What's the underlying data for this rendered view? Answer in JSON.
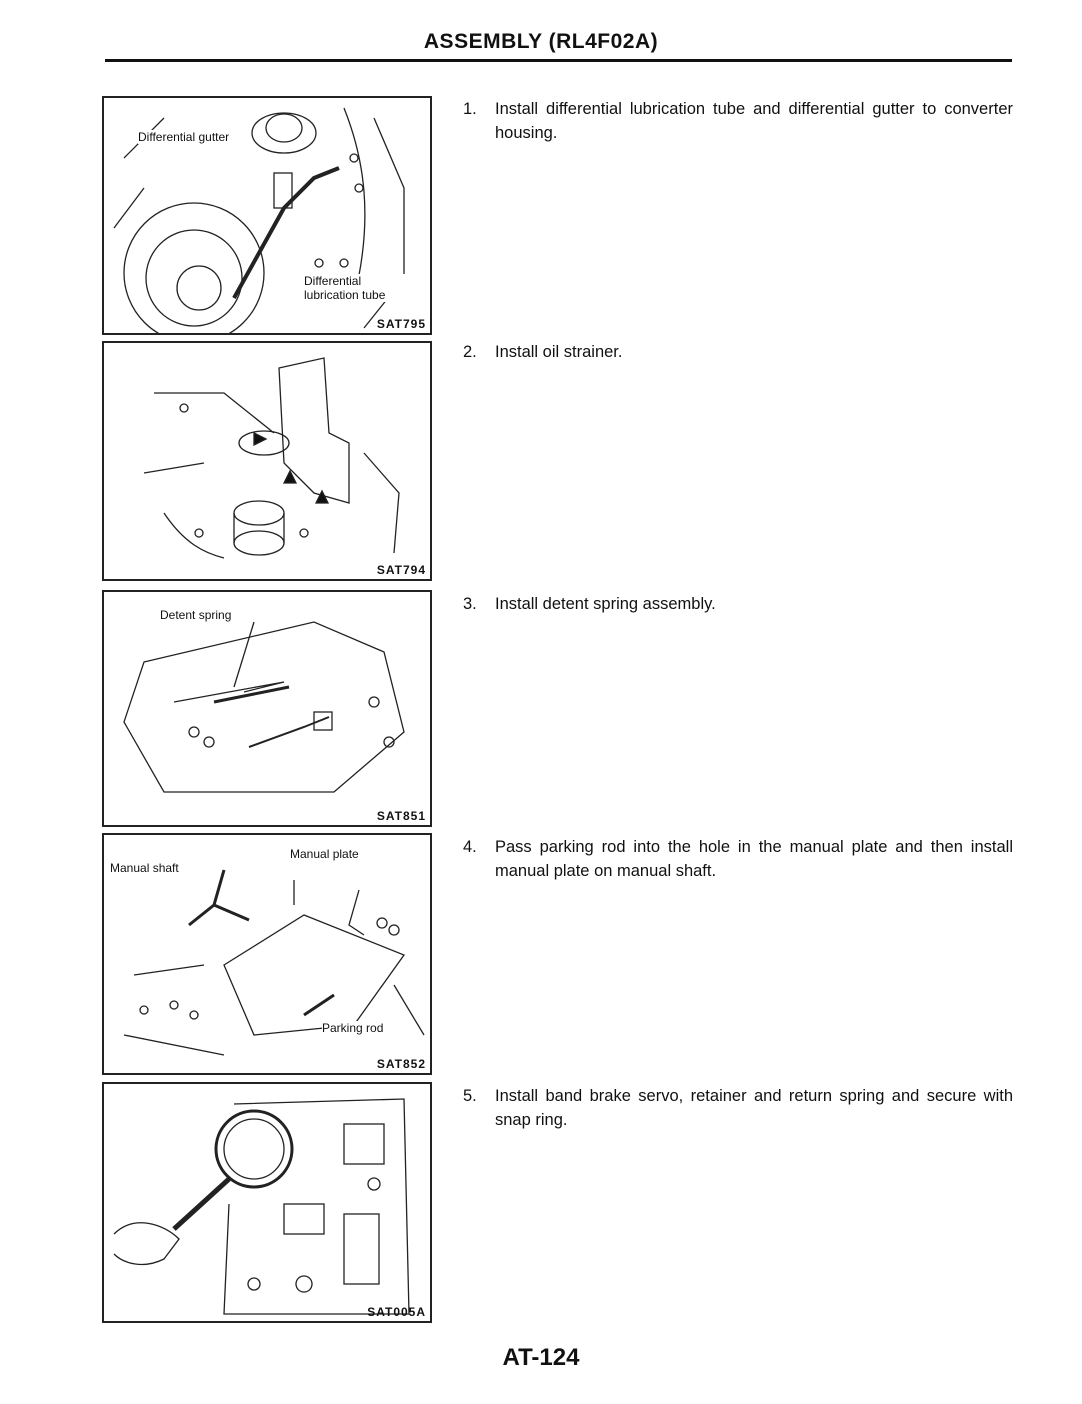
{
  "header": {
    "title": "ASSEMBLY (RL4F02A)"
  },
  "figures": [
    {
      "code": "SAT795",
      "labels": [
        "Differential gutter",
        "Differential lubrication tube"
      ]
    },
    {
      "code": "SAT794",
      "labels": []
    },
    {
      "code": "SAT851",
      "labels": [
        "Detent spring"
      ]
    },
    {
      "code": "SAT852",
      "labels": [
        "Manual shaft",
        "Manual plate",
        "Parking rod"
      ]
    },
    {
      "code": "SAT005A",
      "labels": []
    }
  ],
  "steps": [
    {
      "num": "1.",
      "text": "Install differential lubrication tube and differential gutter to converter housing."
    },
    {
      "num": "2.",
      "text": "Install oil strainer."
    },
    {
      "num": "3.",
      "text": "Install detent spring assembly."
    },
    {
      "num": "4.",
      "text": "Pass parking rod into the hole in the manual plate and then install manual plate on manual shaft."
    },
    {
      "num": "5.",
      "text": "Install band brake servo, retainer and return spring and secure with snap ring."
    }
  ],
  "footer": {
    "page": "AT-124"
  }
}
